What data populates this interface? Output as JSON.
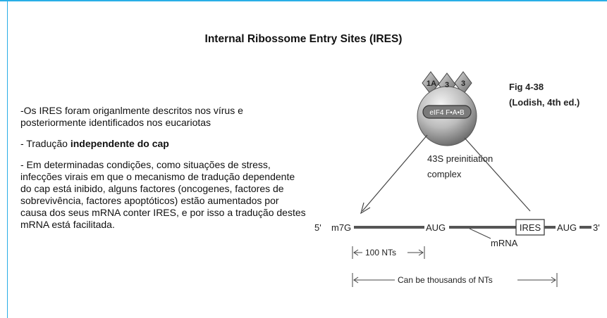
{
  "title": "Internal Ribossome Entry Sites (IRES)",
  "bullets": {
    "b1": "-Os IRES foram origanlmente descritos nos vírus e posteriormente identificados nos eucariotas",
    "b2_prefix": "- Tradução ",
    "b2_bold": "independente do cap",
    "b3": "- Em determinadas condições, como situações de stress, infecções virais em que o mecanismo de tradução dependente do cap está inibido, alguns factores (oncogenes, factores de sobrevivência, factores apoptóticos) estão aumentados por causa dos seus mRNA conter IRES, e por isso a tradução destes mRNA está facilitada."
  },
  "figure": {
    "fig_label": "Fig 4-38",
    "citation": "(Lodish, 4th ed.)",
    "subunit_1a": "1A",
    "subunit_3": "3",
    "subunit_3b": "3",
    "eif_label": "eIF4 F•A•B",
    "complex_line1": "43S preinitiation",
    "complex_line2": "complex",
    "five_prime": "5'",
    "cap": "m7G",
    "aug1": "AUG",
    "ires": "IRES",
    "aug2": "AUG",
    "three_prime": "3'",
    "mrna": "mRNA",
    "nts_100": "100 NTs",
    "thousands": "Can be thousands of NTs"
  }
}
